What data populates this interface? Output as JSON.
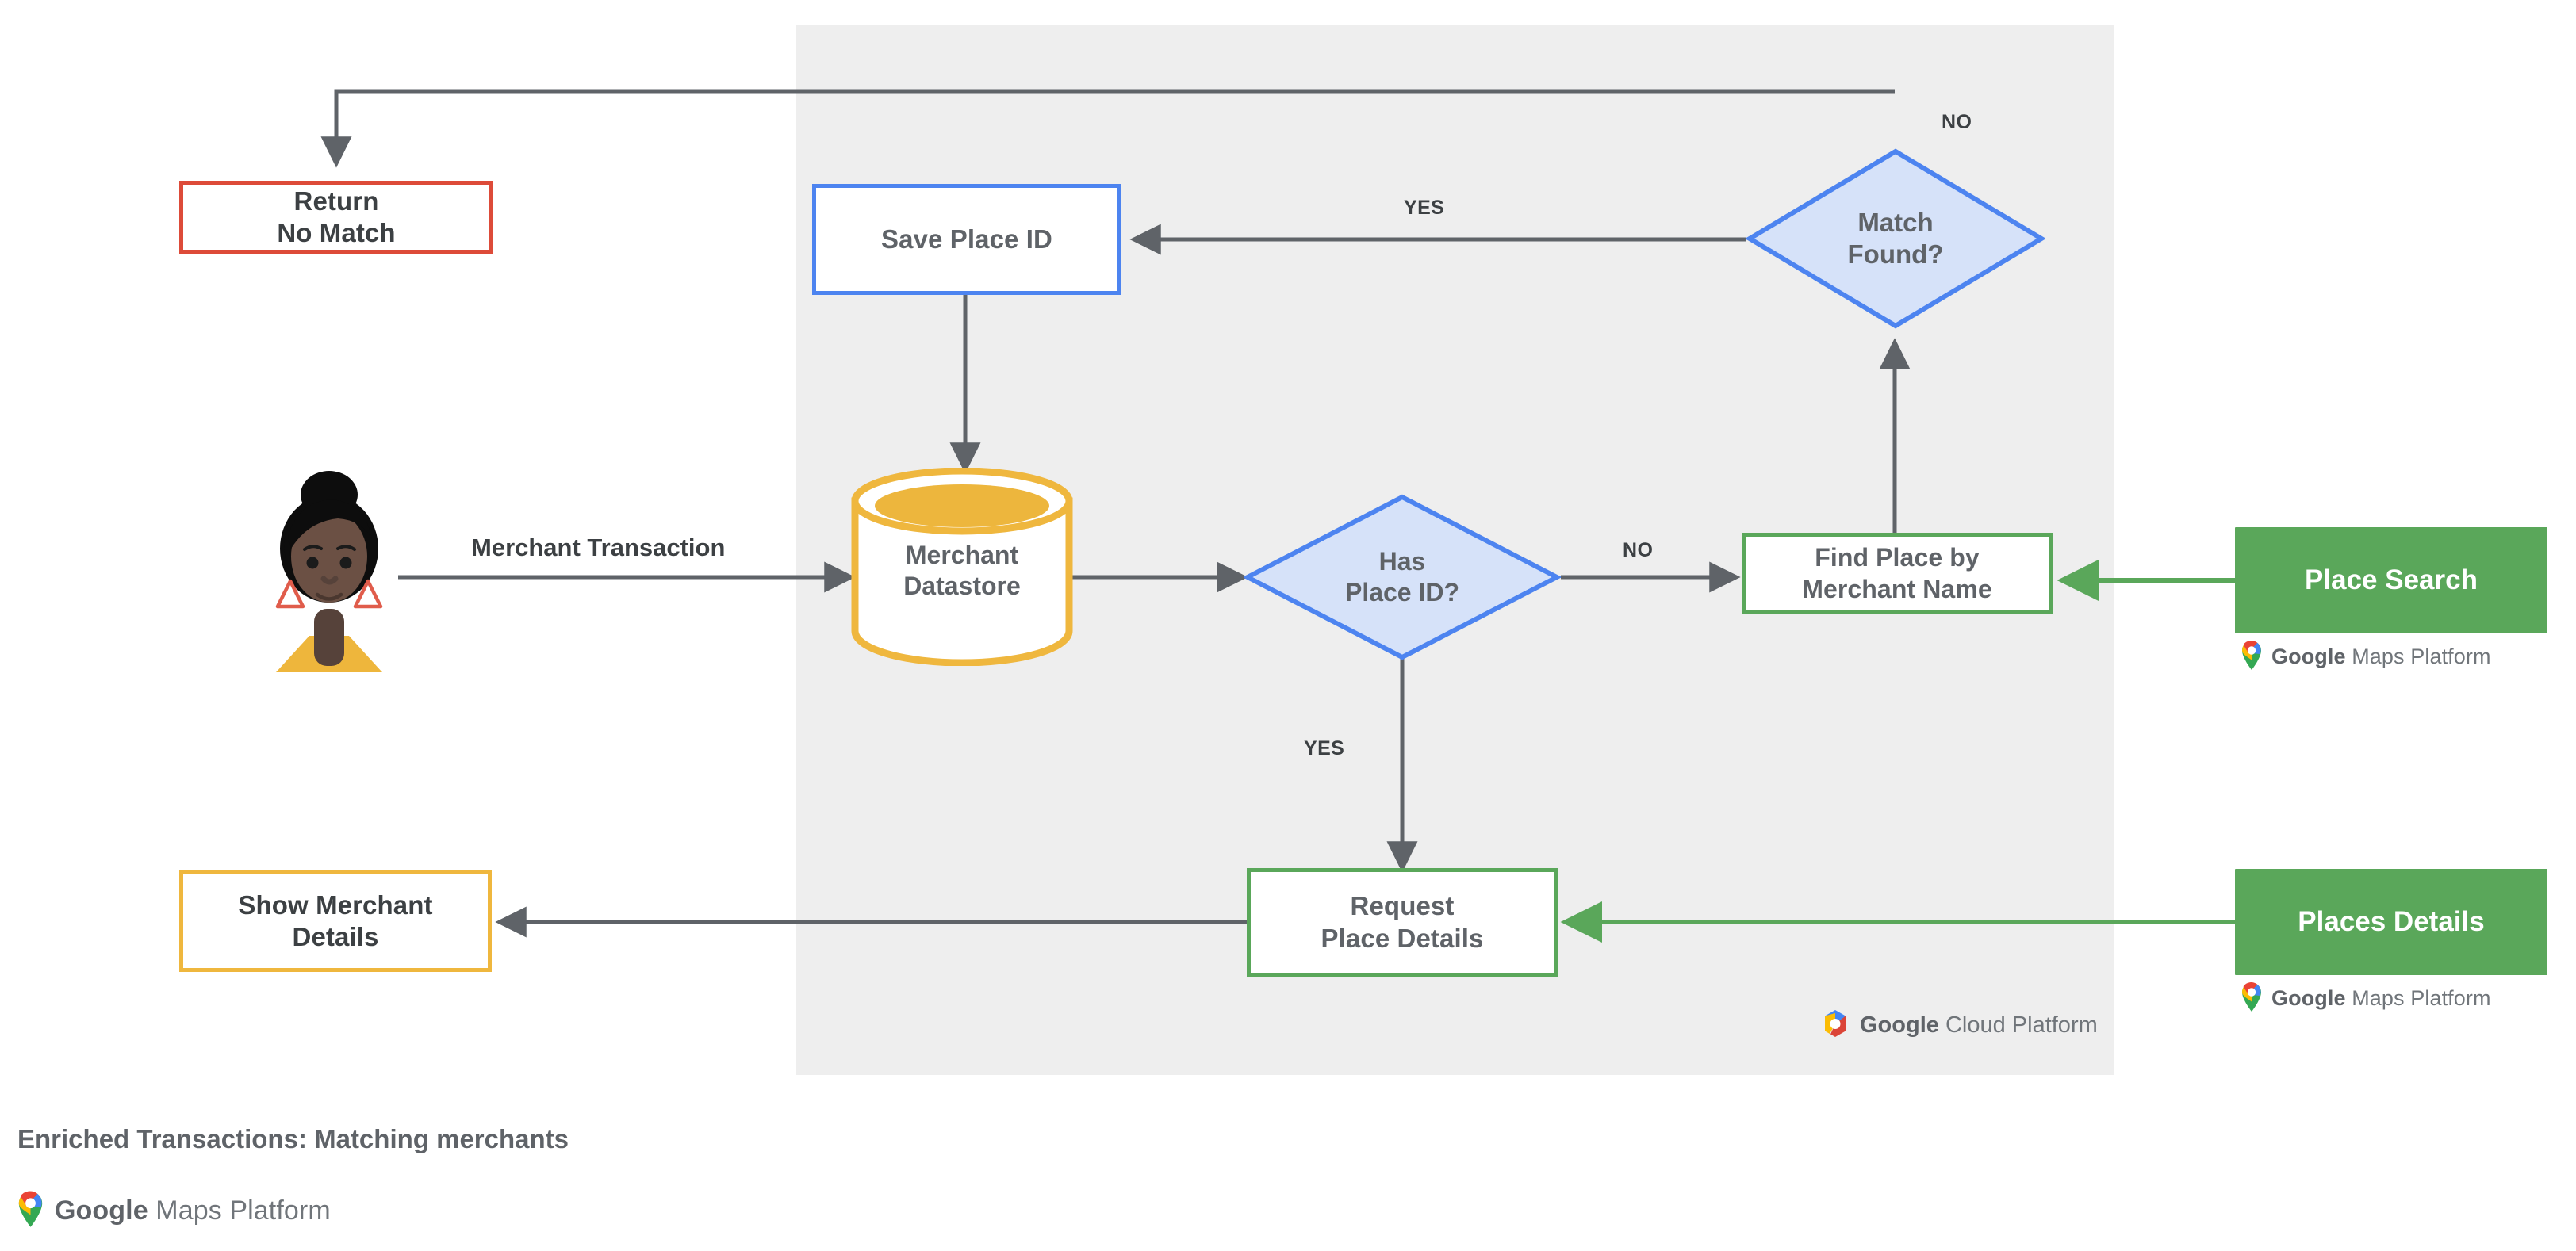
{
  "diagram": {
    "title": "Enriched Transactions: Matching merchants",
    "platform_panel_label": "Google Cloud Platform",
    "brand_label": "Google Maps Platform",
    "brand_word_1": "Google",
    "brand_word_2": "Maps Platform",
    "cloud_word_1": "Google",
    "cloud_word_2": "Cloud Platform"
  },
  "nodes": {
    "return_no_match": {
      "line1": "Return",
      "line2": "No Match"
    },
    "save_place_id": {
      "line1": "Save Place ID"
    },
    "match_found": {
      "line1": "Match",
      "line2": "Found?"
    },
    "merchant_datastore": {
      "line1": "Merchant",
      "line2": "Datastore"
    },
    "has_place_id": {
      "line1": "Has",
      "line2": "Place ID?"
    },
    "find_place_by_merchant_name": {
      "line1": "Find Place by",
      "line2": "Merchant Name"
    },
    "place_search": {
      "line1": "Place Search"
    },
    "request_place_details": {
      "line1": "Request",
      "line2": "Place Details"
    },
    "places_details": {
      "line1": "Places Details"
    },
    "show_merchant_details": {
      "line1": "Show Merchant",
      "line2": "Details"
    }
  },
  "edges": {
    "merchant_transaction": "Merchant Transaction",
    "has_place_id_no": "NO",
    "has_place_id_yes": "YES",
    "match_found_no": "NO",
    "match_found_yes": "YES"
  },
  "colors": {
    "panel_bg": "#eeeeee",
    "red": "#dd4b39",
    "yellow": "#efb73e",
    "blue": "#4d84f0",
    "blue_fill": "#d6e2f9",
    "green": "#5aa75a",
    "arrow_gray": "#5f6368",
    "text_gray": "#5f6368"
  }
}
